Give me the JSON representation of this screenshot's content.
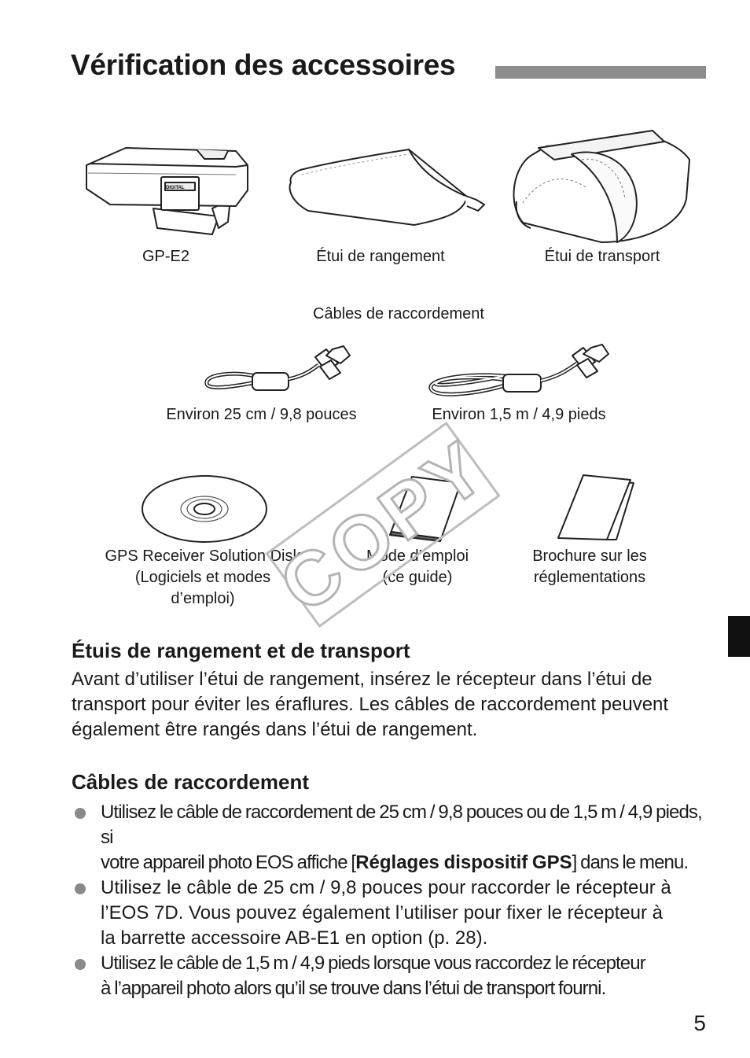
{
  "page": {
    "title": "Vérification des accessoires",
    "page_number": "5",
    "watermark": "COPY"
  },
  "accessories": {
    "row1": [
      {
        "label": "GP-E2",
        "icon": "gps-receiver-illustration"
      },
      {
        "label": "Étui de rangement",
        "icon": "storage-pouch-illustration"
      },
      {
        "label": "Étui de transport",
        "icon": "carrying-case-illustration"
      }
    ],
    "cables_heading": "Câbles de raccordement",
    "cables": [
      {
        "label": "Environ 25 cm / 9,8 pouces",
        "icon": "short-cable-illustration"
      },
      {
        "label": "Environ 1,5 m / 4,9 pieds",
        "icon": "long-cable-illustration"
      }
    ],
    "row3": [
      {
        "label_lines": [
          "GPS Receiver Solution Disk",
          "(Logiciels et modes",
          "d’emploi)"
        ],
        "icon": "cd-disk-illustration"
      },
      {
        "label_lines": [
          "Mode d’emploi",
          "(ce guide)"
        ],
        "icon": "instruction-manual-illustration"
      },
      {
        "label_lines": [
          "Brochure sur les",
          "réglementations"
        ],
        "icon": "brochure-illustration"
      }
    ]
  },
  "sections": {
    "cases": {
      "heading": "Étuis de rangement et de transport",
      "body_lines": [
        "Avant d’utiliser l’étui de rangement, insérez le récepteur dans l’étui de",
        "transport pour éviter les éraflures. Les câbles de raccordement peuvent",
        "également être rangés dans l’étui de rangement."
      ]
    },
    "cables": {
      "heading": "Câbles de raccordement",
      "bullets": [
        {
          "pre_line1": "Utilisez le câble de raccordement de 25 cm / 9,8 pouces ou de 1,5 m / 4,9 pieds, si",
          "pre_line2": "votre appareil photo EOS affiche [",
          "bold": "Réglages dispositif GPS",
          "post": "] dans le menu."
        },
        {
          "lines": [
            "Utilisez le câble de 25 cm / 9,8 pouces pour raccorder le récepteur à",
            "l’EOS 7D. Vous pouvez également l’utiliser pour fixer le récepteur à",
            "la barrette accessoire AB-E1 en option (p. 28)."
          ]
        },
        {
          "lines": [
            "Utilisez le câble de 1,5 m / 4,9 pieds lorsque vous raccordez le récepteur",
            "à l’appareil photo alors qu’il se trouve dans l’étui de transport fourni."
          ]
        }
      ]
    }
  }
}
